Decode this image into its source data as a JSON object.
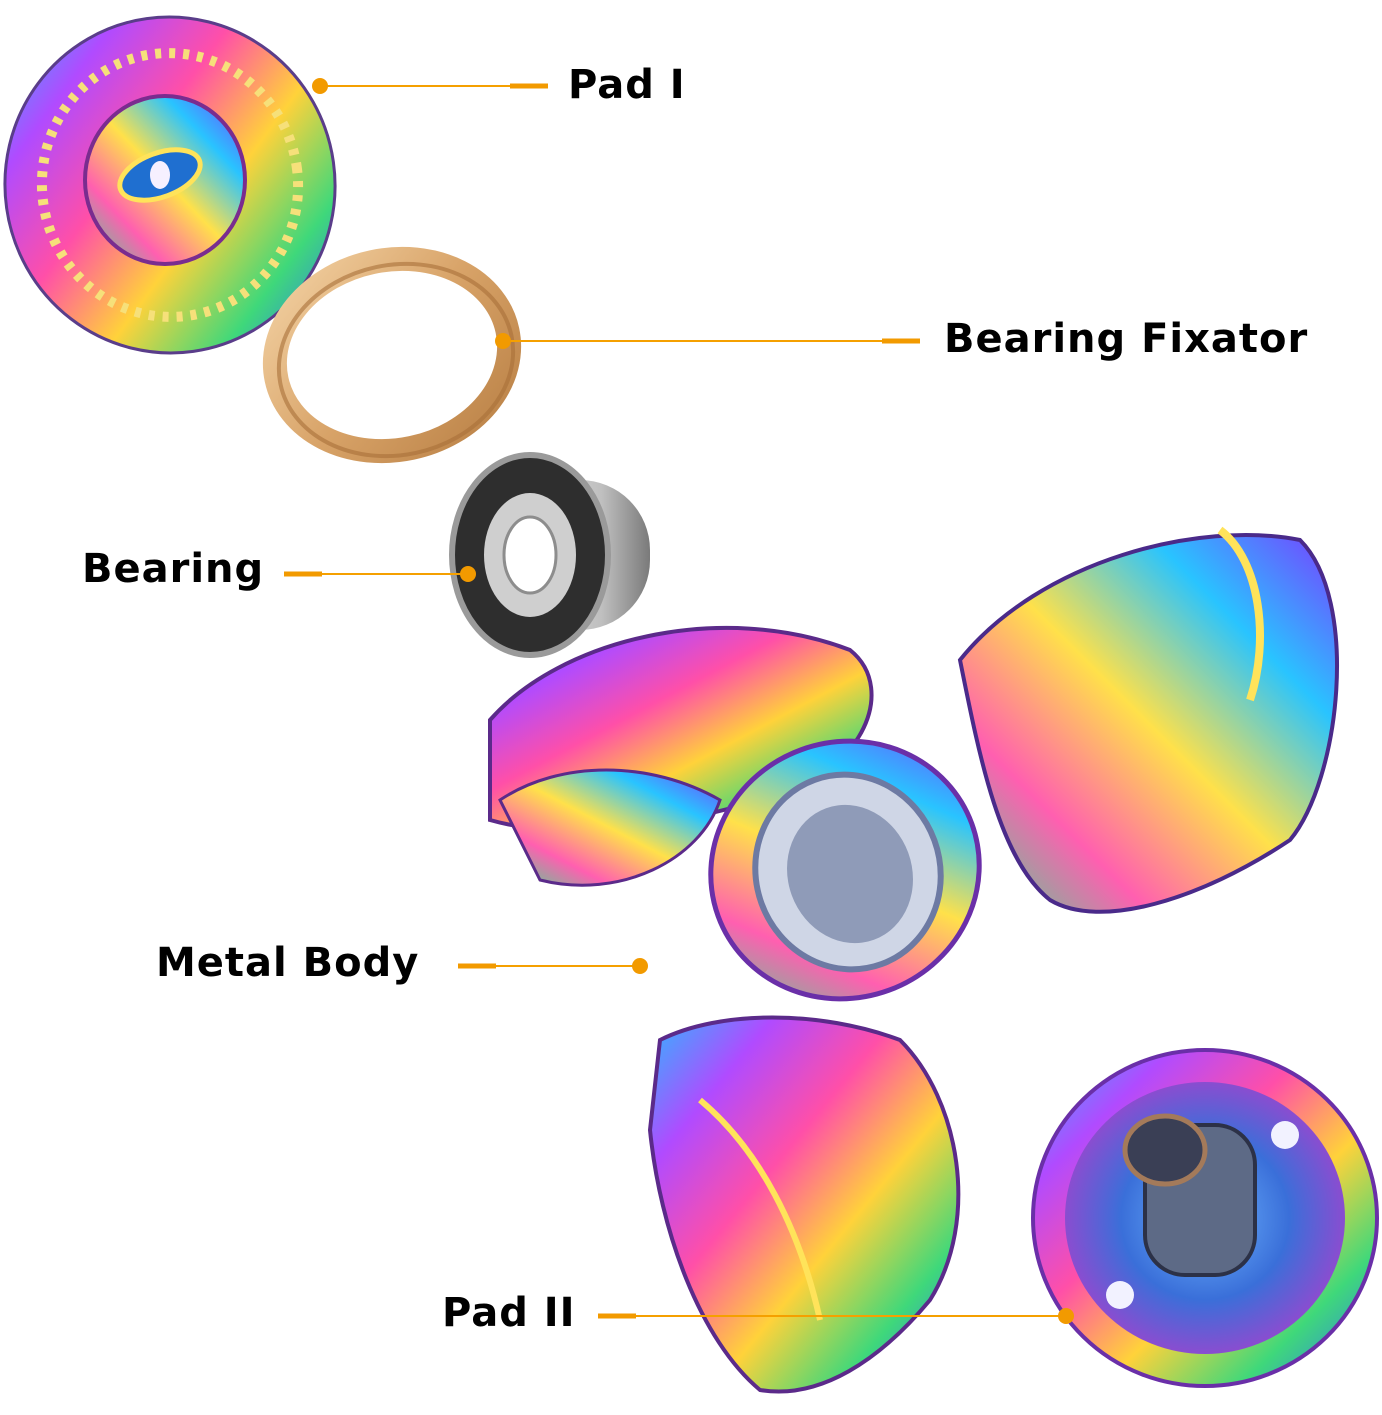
{
  "labels": {
    "pad_1": "Pad I",
    "bearing_fixator": "Bearing Fixator",
    "bearing": "Bearing",
    "metal_body": "Metal Body",
    "pad_2": "Pad II"
  },
  "colors": {
    "leader_line": "#f5a000",
    "dot": "#f29a00",
    "text": "#000000",
    "background": "#ffffff"
  }
}
